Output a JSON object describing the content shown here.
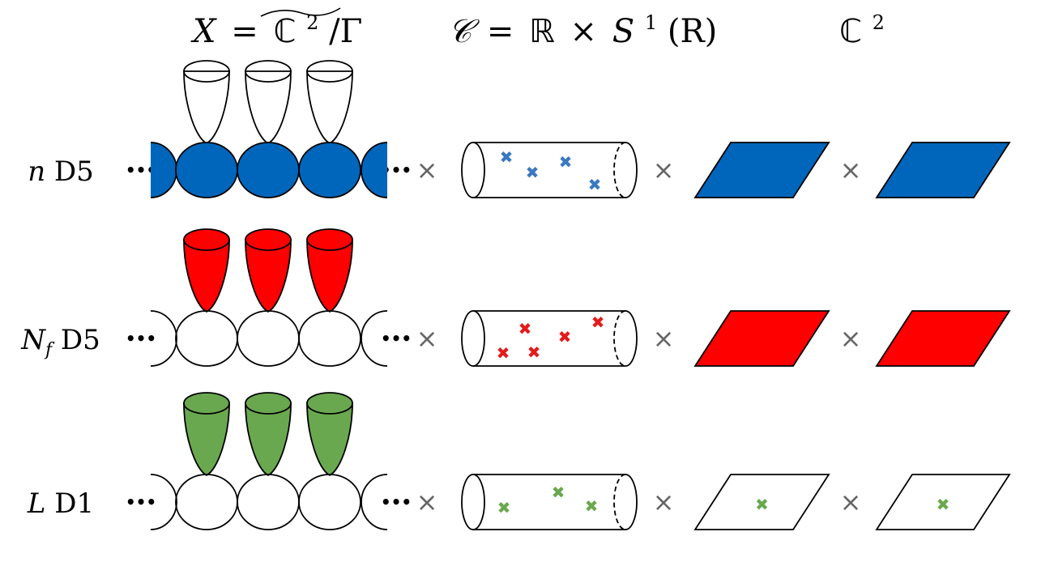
{
  "headers": {
    "x_space": {
      "lhs": "X",
      "eq": "=",
      "base": "ℂ",
      "sup": "2",
      "quot": "/Γ"
    },
    "c_space": {
      "lhs": "𝒞",
      "eq": "=",
      "r": "ℝ",
      "times": "×",
      "s": "S",
      "sup": "1",
      "arg": "(R)"
    },
    "c2_space": {
      "base": "ℂ",
      "sup": "2"
    }
  },
  "rows": [
    {
      "id": "n-d5",
      "name_main": "n",
      "name_sub": "",
      "name_rest": " D5",
      "color": "#0066bb",
      "cup_fill": "none",
      "bead_fill": "#0066bb",
      "plane_fill": "#0066bb",
      "cross_color": "#3a78c0",
      "plane_cross": false
    },
    {
      "id": "nf-d5",
      "name_main": "N",
      "name_sub": "f",
      "name_rest": " D5",
      "color": "#ff0000",
      "cup_fill": "#ff0000",
      "bead_fill": "none",
      "plane_fill": "#ff0000",
      "cross_color": "#e31b1b",
      "plane_cross": false
    },
    {
      "id": "l-d1",
      "name_main": "L",
      "name_sub": "",
      "name_rest": " D1",
      "color": "#6aa84f",
      "cup_fill": "#6aa84f",
      "bead_fill": "none",
      "plane_fill": "none",
      "cross_color": "#6aa84f",
      "plane_cross": true
    }
  ],
  "symbols": {
    "ellipsis": "•••",
    "product": "×",
    "cross": "✖"
  }
}
